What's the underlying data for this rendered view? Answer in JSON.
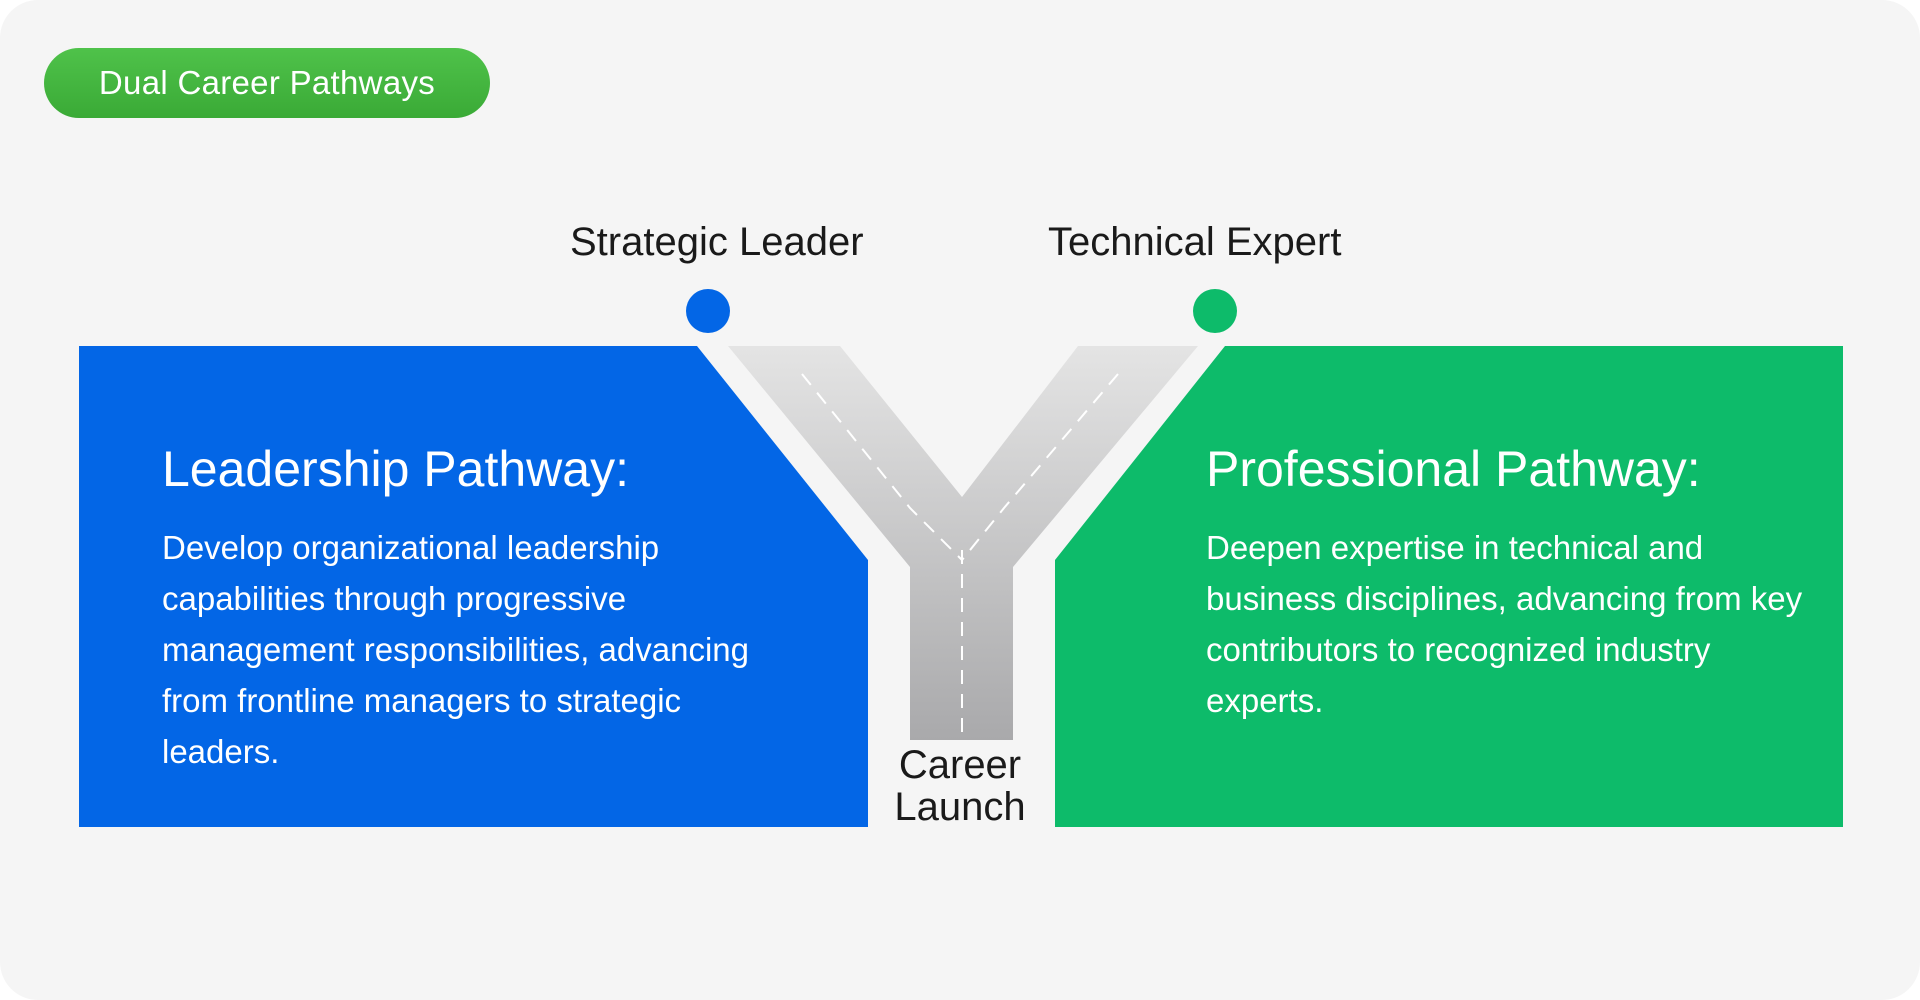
{
  "title": "Dual Career Pathways",
  "colors": {
    "leadership": "#0366e6",
    "professional": "#0dbb6a",
    "title_pill": "#43b63f",
    "road": "#c9c9c9"
  },
  "nodes": {
    "left": "Strategic Leader",
    "right": "Technical Expert",
    "start": "Career Launch"
  },
  "leadership": {
    "title": "Leadership Pathway:",
    "description": "Develop organizational leadership capabilities through progressive management responsibilities, advancing from frontline managers to strategic leaders."
  },
  "professional": {
    "title": "Professional Pathway:",
    "description": "Deepen expertise in technical and business disciplines, advancing from key contributors to recognized industry experts."
  }
}
